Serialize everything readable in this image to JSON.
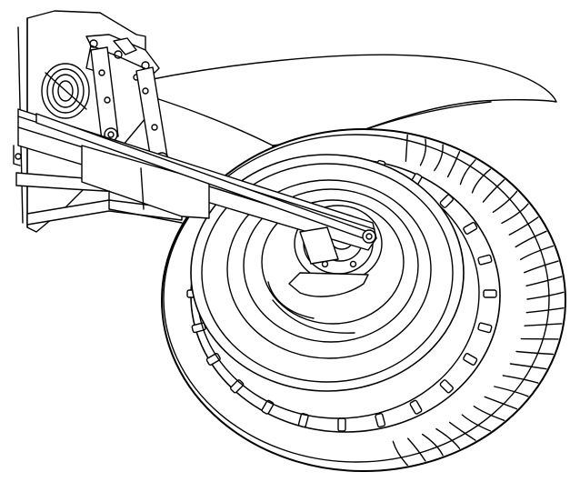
{
  "figure": {
    "kind": "technical line drawing",
    "subject": "wheel-axle-suspension-assembly",
    "line_color": "#000000",
    "background_color": "#ffffff",
    "components": [
      "tire",
      "wheel-rim",
      "wheel-hub",
      "axle-beam",
      "fender",
      "hanger-bracket",
      "suspension-link",
      "tie-rod",
      "chassis-frame-rail",
      "bellows-damper"
    ],
    "tire_tread_lug_count": 30,
    "tire_sidewall_block_count": 24,
    "hub_bolt_count": 6
  }
}
